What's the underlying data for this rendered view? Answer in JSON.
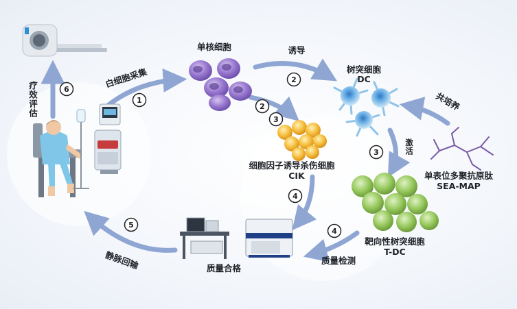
{
  "labels": {
    "efficacy": "疗效评估",
    "collection": "白细胞采集",
    "monocyte": "单核细胞",
    "induce": "诱导",
    "dc_cn": "树突细胞",
    "dc_en": "DC",
    "co_culture": "共培养",
    "activate": "激活",
    "cik_cn": "细胞因子诱导杀伤细胞",
    "cik_en": "CIK",
    "peptide_cn": "单表位多聚抗原肽",
    "peptide_en": "SEA-MAP",
    "tdc_cn": "靶向性树突细胞",
    "tdc_en": "T-DC",
    "quality_test": "质量检测",
    "quality_pass": "质量合格",
    "reinfusion": "静脉回输"
  },
  "steps": {
    "s1": "1",
    "s2a": "2",
    "s2b": "2",
    "s3a": "3",
    "s3b": "3",
    "s4a": "4",
    "s4b": "4",
    "s5": "5",
    "s6": "6"
  },
  "colors": {
    "arrow": "#8fa6d3",
    "monocyte": "#8e6cc4",
    "dc": "#5ea3d9",
    "cik": "#f2b531",
    "tdc": "#8cc152",
    "peptide": "#7a5aa6"
  }
}
